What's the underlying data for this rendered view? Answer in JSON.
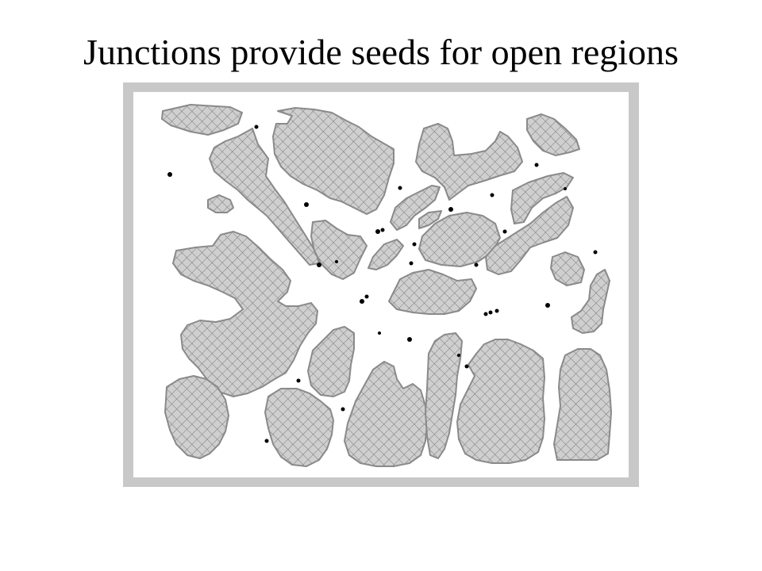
{
  "slide": {
    "title": "Junctions provide seeds for open regions"
  },
  "colors": {
    "background": "#ffffff",
    "frame": "#c8c8c8",
    "region_fill": "#cfcfcf",
    "region_hatch": "#7a7a7a",
    "region_outline": "#8a8a8a",
    "junction_seed": "#000000"
  },
  "figure": {
    "region_pattern": "crosshatch",
    "junction_seed_count": 30
  }
}
